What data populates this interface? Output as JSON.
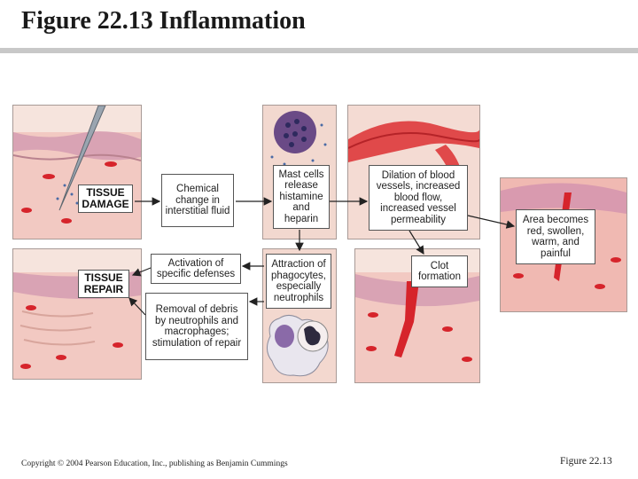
{
  "slide": {
    "title": "Figure 22.13  Inflammation",
    "copyright": "Copyright © 2004 Pearson Education, Inc., publishing as Benjamin Cummings",
    "figure_ref": "Figure 22.13"
  },
  "labels": {
    "tissue_damage": "TISSUE DAMAGE",
    "tissue_repair": "TISSUE REPAIR"
  },
  "steps": {
    "chemical_change": "Chemical change in interstitial fluid",
    "mast_cells": "Mast cells release histamine and heparin",
    "dilation": "Dilation of blood vessels, increased blood flow, increased vessel permeability",
    "area_becomes": "Area becomes red, swollen, warm, and painful",
    "clot_formation": "Clot formation",
    "attraction": "Attraction of phagocytes, especially neutrophils",
    "activation": "Activation of specific defenses",
    "removal": "Removal of debris by neutrophils and macrophages; stimulation of repair"
  },
  "colors": {
    "tissue": "#f2c9c2",
    "epidermis": "#d9a3b4",
    "blood": "#d6242b",
    "vessel": "#e0494a",
    "arrow": "#222222"
  }
}
